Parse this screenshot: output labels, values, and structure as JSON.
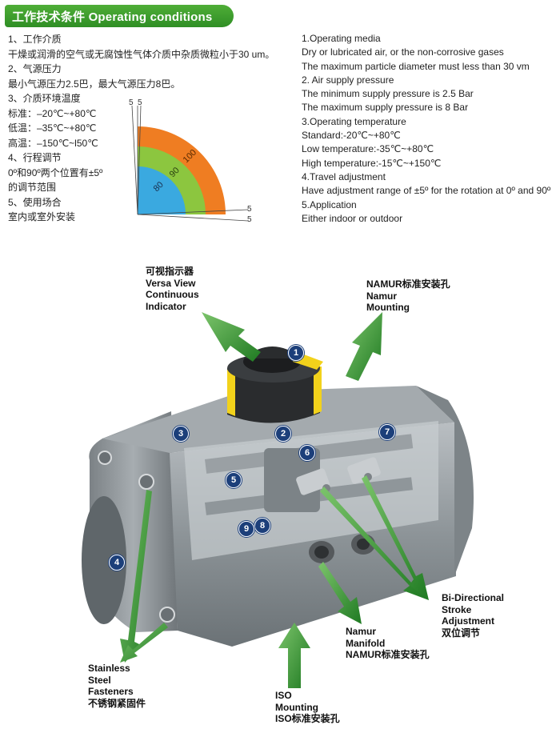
{
  "header": {
    "title": "工作技术条件 Operating conditions"
  },
  "cn": [
    "1、工作介质",
    "干燥或润滑的空气或无腐蚀性气体介质中杂质微粒小于30 um。",
    "2、气源压力",
    "最小气源压力2.5巴，最大气源压力8巴。",
    "3、介质环境温度",
    "标准：–20℃~+80℃",
    "低温：–35℃~+80℃",
    "高温：–150℃~l50℃",
    "4、行程调节",
    "0º和90º两个位置有±5º",
    "的调节范围",
    "5、使用场合",
    "室内或室外安装"
  ],
  "en": [
    "1.Operating media",
    "Dry or lubricated air, or the non-corrosive gases",
    "The maximum particle diameter must less than 30 vm",
    "2. Air supply pressure",
    "The minimum supply pressure is 2.5 Bar",
    "The maximum supply pressure is 8 Bar",
    "3.Operating temperature",
    "Standard:-20℃~+80℃",
    "Low temperature:-35℃~+80℃",
    "High temperature:-15℃~+150℃",
    "4.Travel adjustment",
    "Have adjustment range of ±5º for the rotation at 0º and 90º",
    "5.Application",
    "Either indoor or outdoor"
  ],
  "diagram": {
    "label_inner": "80",
    "label_middle": "90",
    "label_outer": "100",
    "mark_top_1": "5",
    "mark_top_2": "5",
    "mark_right_1": "5",
    "mark_right_2": "5",
    "colors": {
      "inner": "#3aa9e0",
      "middle": "#8cc63f",
      "outer": "#ef7d22"
    }
  },
  "callouts": {
    "indicator": [
      "可视指示器",
      "Versa View",
      "Continuous",
      "Indicator"
    ],
    "namur_mounting": [
      "NAMUR标准安装孔",
      "Namur",
      "Mounting"
    ],
    "stroke": [
      "Bi-Directional",
      "Stroke",
      "Adjustment",
      "双位调节"
    ],
    "manifold": [
      "Namur",
      "Manifold",
      "NAMUR标准安装孔"
    ],
    "iso": [
      "ISO",
      "Mounting",
      "ISO标准安装孔"
    ],
    "fasteners": [
      "Stainless",
      "Steel",
      "Fasteners",
      "不锈钢紧固件"
    ]
  },
  "badges": [
    "1",
    "2",
    "3",
    "4",
    "5",
    "6",
    "7",
    "8",
    "9"
  ],
  "colors": {
    "header_green": "#3a9a2c",
    "arrow_green": "#2e8b2e",
    "badge_blue": "#1c3f7a",
    "actuator_body": "#8a9196"
  }
}
